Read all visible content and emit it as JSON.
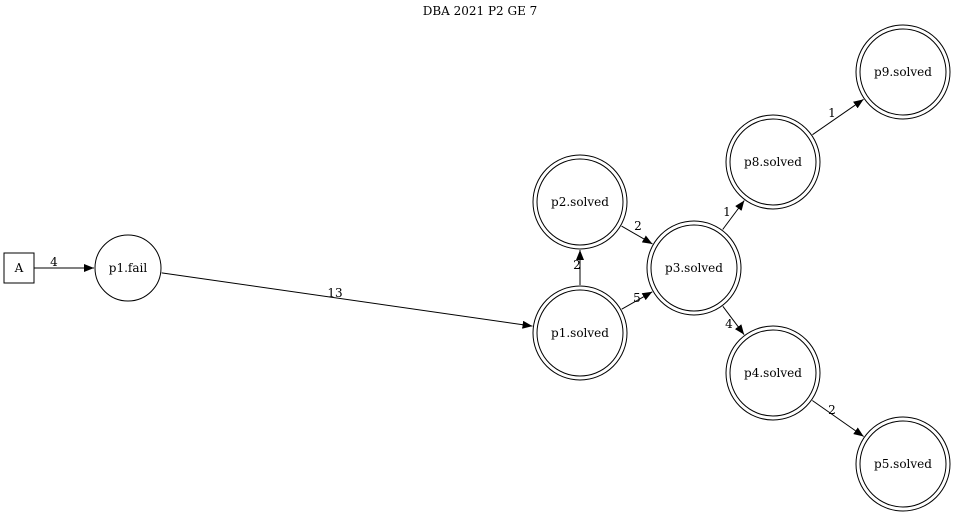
{
  "title": "DBA 2021 P2 GE 7",
  "nodes": [
    {
      "id": "A",
      "label": "A",
      "shape": "box"
    },
    {
      "id": "p1fail",
      "label": "p1.fail",
      "shape": "circle"
    },
    {
      "id": "p1solved",
      "label": "p1.solved",
      "shape": "doublecircle"
    },
    {
      "id": "p2solved",
      "label": "p2.solved",
      "shape": "doublecircle"
    },
    {
      "id": "p3solved",
      "label": "p3.solved",
      "shape": "doublecircle"
    },
    {
      "id": "p8solved",
      "label": "p8.solved",
      "shape": "doublecircle"
    },
    {
      "id": "p9solved",
      "label": "p9.solved",
      "shape": "doublecircle"
    },
    {
      "id": "p4solved",
      "label": "p4.solved",
      "shape": "doublecircle"
    },
    {
      "id": "p5solved",
      "label": "p5.solved",
      "shape": "doublecircle"
    }
  ],
  "edges": [
    {
      "from": "A",
      "to": "p1fail",
      "label": "4"
    },
    {
      "from": "p1fail",
      "to": "p1solved",
      "label": "13"
    },
    {
      "from": "p1solved",
      "to": "p2solved",
      "label": "2"
    },
    {
      "from": "p1solved",
      "to": "p3solved",
      "label": "5"
    },
    {
      "from": "p2solved",
      "to": "p3solved",
      "label": "2"
    },
    {
      "from": "p3solved",
      "to": "p8solved",
      "label": "1"
    },
    {
      "from": "p3solved",
      "to": "p4solved",
      "label": "4"
    },
    {
      "from": "p8solved",
      "to": "p9solved",
      "label": "1"
    },
    {
      "from": "p4solved",
      "to": "p5solved",
      "label": "2"
    }
  ]
}
